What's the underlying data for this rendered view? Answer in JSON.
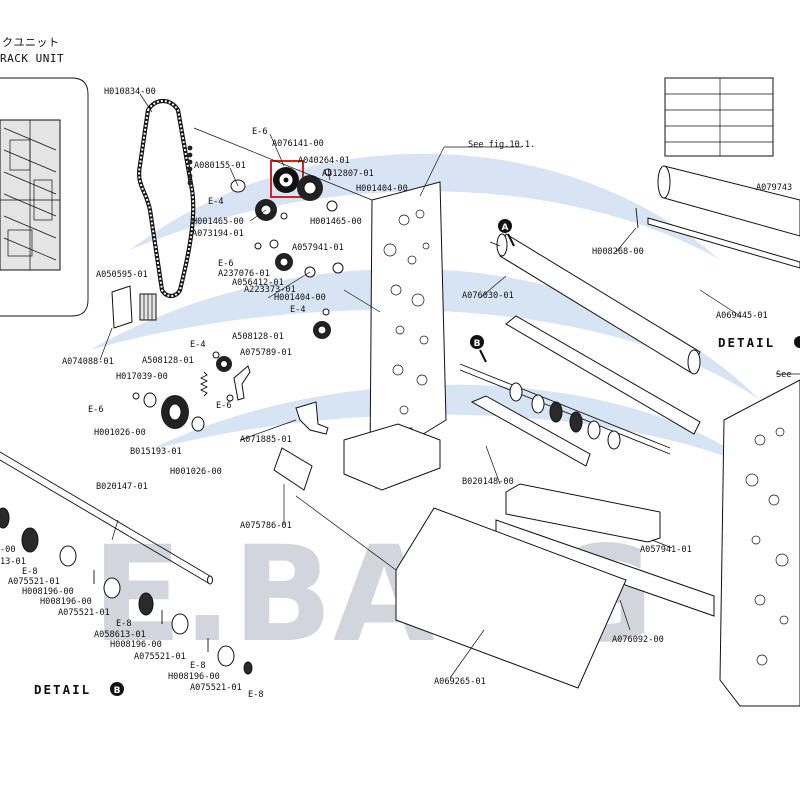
{
  "header": {
    "jp_title": "クユニット",
    "en_title": "RACK UNIT"
  },
  "watermark": "E.BANG",
  "brand_color": "#2a5fa8",
  "highlight_color": "#d92020",
  "see_refs": [
    "See fig.10.1.",
    "See"
  ],
  "details": [
    "DETAIL",
    "DETAIL"
  ],
  "detail_markers": [
    "A",
    "B"
  ],
  "labels": [
    "H010834-00",
    "E-6",
    "A076141-00",
    "A040264-01",
    "A080155-01",
    "E-4",
    "A512807-01",
    "H001404-00",
    "H001465-00",
    "H001465-00",
    "A073194-01",
    "A057941-01",
    "E-6",
    "A237076-01",
    "A056412-01",
    "A223373-01",
    "H001404-00",
    "E-4",
    "A050595-01",
    "A508128-01",
    "A074088-01",
    "A508128-01",
    "A075789-01",
    "E-4",
    "H017039-00",
    "E-6",
    "E-6",
    "H001026-00",
    "B015193-01",
    "H001026-00",
    "A071885-01",
    "B020147-01",
    "A075786-01",
    "B020148-00",
    "A057941-01",
    "A076030-01",
    "A079743",
    "H008268-00",
    "A069445-01",
    "A076092-00",
    "A069265-01",
    "-00",
    "13-01",
    "E-8",
    "A075521-01",
    "H008196-00",
    "H008196-00",
    "A075521-01",
    "E-8",
    "A058613-01",
    "H008196-00",
    "A075521-01",
    "E-8",
    "H008196-00",
    "A075521-01",
    "E-8"
  ]
}
